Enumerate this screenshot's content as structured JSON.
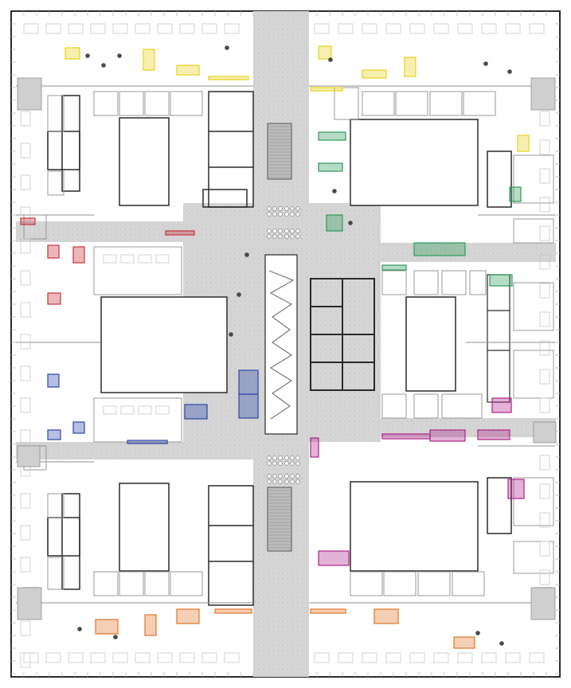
{
  "colors": {
    "background": "#ffffff",
    "wall": "#2a2a2a",
    "partition": "#9a9a9a",
    "furniture": "#c8c8c8",
    "circulation": "#d9d9d9",
    "atrium_void": "#ffffff",
    "zone_yellow": "#e8d21a",
    "zone_red": "#c8323a",
    "zone_blue": "#2a48a8",
    "zone_green": "#2f9a5a",
    "zone_magenta": "#b0228a",
    "zone_orange": "#e0762a"
  },
  "icons": [
    "stair-icon",
    "elevator-icon",
    "courtyard-void",
    "desk-cluster",
    "meeting-table"
  ],
  "zones": [
    {
      "name": "zone-yellow-north",
      "color_key": "zone_yellow"
    },
    {
      "name": "zone-red-west",
      "color_key": "zone_red"
    },
    {
      "name": "zone-blue-west",
      "color_key": "zone_blue"
    },
    {
      "name": "zone-green-east",
      "color_key": "zone_green"
    },
    {
      "name": "zone-magenta-east",
      "color_key": "zone_magenta"
    },
    {
      "name": "zone-orange-south",
      "color_key": "zone_orange"
    }
  ]
}
